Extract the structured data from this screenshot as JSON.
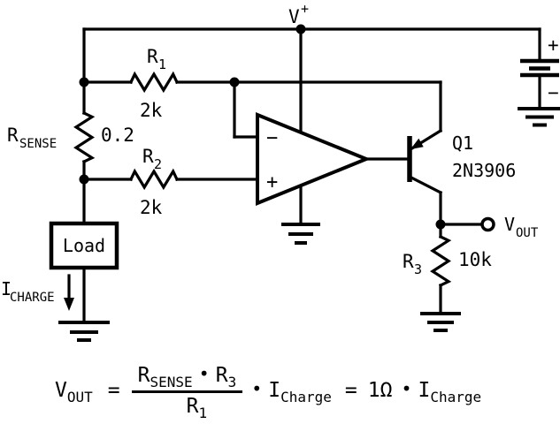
{
  "colors": {
    "ink": "#000000",
    "background": "#ffffff"
  },
  "labels": {
    "v_plus": {
      "main": "V",
      "sup": "+"
    },
    "battery": {
      "plus": "+",
      "minus": "−"
    },
    "r1": {
      "ref": "R",
      "sub": "1",
      "value": "2k"
    },
    "r2": {
      "ref": "R",
      "sub": "2",
      "value": "2k"
    },
    "r3": {
      "ref": "R",
      "sub": "3",
      "value": "10k"
    },
    "rsense": {
      "ref": "R",
      "sub": "SENSE",
      "value": "0.2"
    },
    "opamp": {
      "inverting": "−",
      "noninverting": "+"
    },
    "q1": {
      "ref": "Q1",
      "part": "2N3906"
    },
    "load": "Load",
    "icharge": {
      "main": "I",
      "sub": "CHARGE"
    },
    "vout": {
      "main": "V",
      "sub": "OUT"
    }
  },
  "formula": {
    "lhs_main": "V",
    "lhs_sub": "OUT",
    "eq1": "=",
    "num_r_main": "R",
    "num_r_sub": "SENSE",
    "num_dot": "•",
    "num_r2_main": "R",
    "num_r2_sub": "3",
    "den_main": "R",
    "den_sub": "1",
    "mul1": "•",
    "i1_main": "I",
    "i1_sub": "Charge",
    "eq2": "=",
    "coeff": "1Ω",
    "mul2": "•",
    "i2_main": "I",
    "i2_sub": "Charge"
  }
}
